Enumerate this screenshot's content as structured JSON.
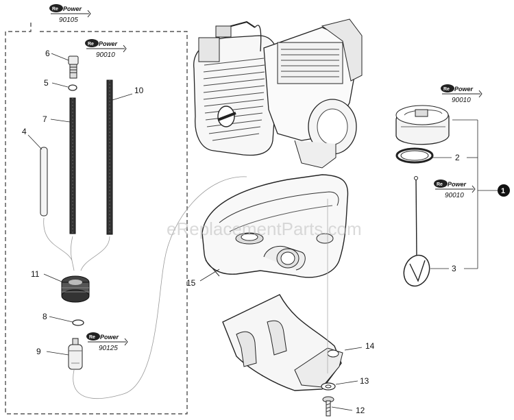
{
  "watermark": "eReplacementParts.com",
  "kits": [
    {
      "id": "kit-90105",
      "brand": "Power",
      "re": "Re",
      "code": "90105"
    },
    {
      "id": "kit-90010-a",
      "brand": "Power",
      "re": "Re",
      "code": "90010"
    },
    {
      "id": "kit-90010-b",
      "brand": "Power",
      "re": "Re",
      "code": "90010"
    },
    {
      "id": "kit-90010-c",
      "brand": "Power",
      "re": "Re",
      "code": "90010"
    },
    {
      "id": "kit-90125",
      "brand": "Power",
      "re": "Re",
      "code": "90125"
    }
  ],
  "parts": {
    "p1": "1",
    "p2": "2",
    "p3": "3",
    "p4": "4",
    "p5": "5",
    "p6": "6",
    "p7": "7",
    "p8": "8",
    "p9": "9",
    "p10": "10",
    "p11": "11",
    "p12": "12",
    "p13": "13",
    "p14": "14",
    "p15": "15"
  },
  "colors": {
    "line": "#222222",
    "dashed_box": "#333333",
    "watermark": "#bdbdbd"
  }
}
